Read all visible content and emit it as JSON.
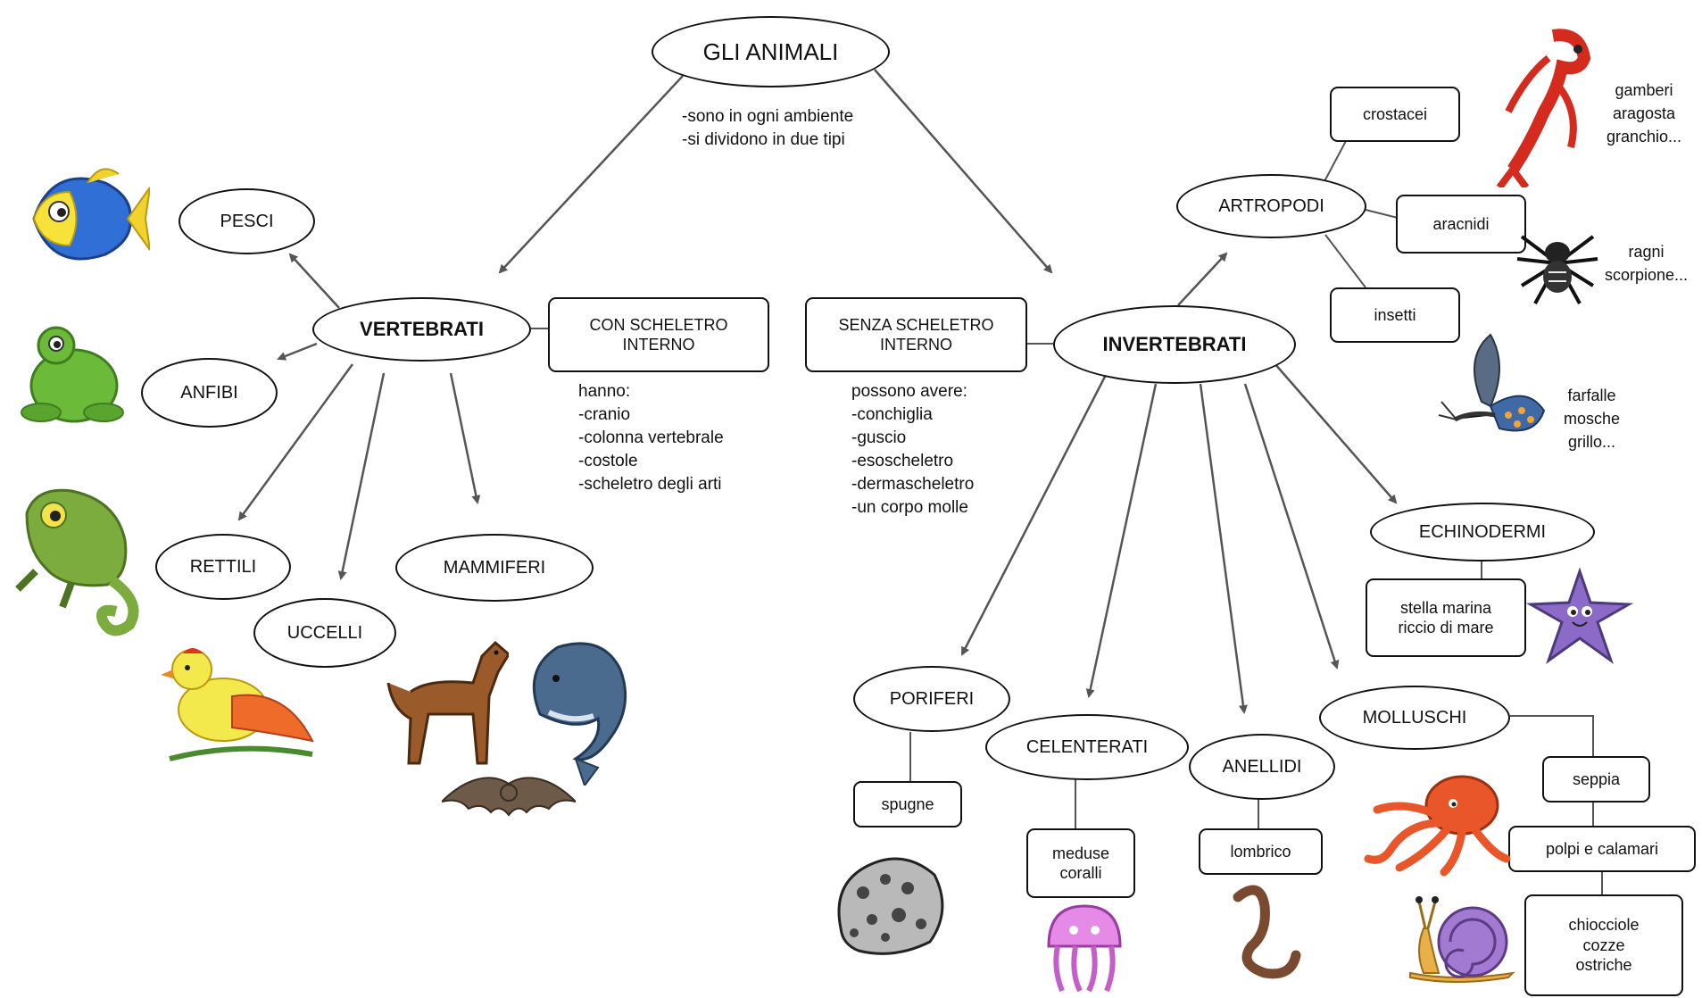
{
  "root": {
    "title": "GLI ANIMALI",
    "note": "-sono in ogni ambiente\n-si dividono in due tipi"
  },
  "vertebrates": {
    "title": "VERTEBRATI",
    "box": "CON SCHELETRO\nINTERNO",
    "note": "hanno:\n-cranio\n-colonna vertebrale\n-costole\n-scheletro degli arti",
    "classes": {
      "pesci": "PESCI",
      "anfibi": "ANFIBI",
      "rettili": "RETTILI",
      "uccelli": "UCCELLI",
      "mammiferi": "MAMMIFERI"
    }
  },
  "invertebrates": {
    "title": "INVERTEBRATI",
    "box": "SENZA SCHELETRO\nINTERNO",
    "note": "possono avere:\n-conchiglia\n-guscio\n-esoscheletro\n-dermascheletro\n-un corpo molle",
    "artropodi": {
      "title": "ARTROPODI",
      "crostacei": "crostacei",
      "crostacei_examples": "gamberi\naragosta\ngranchio...",
      "aracnidi": "aracnidi",
      "aracnidi_examples": "ragni\nscorpione...",
      "insetti": "insetti",
      "insetti_examples": "farfalle\nmosche\ngrillo..."
    },
    "echinodermi": {
      "title": "ECHINODERMI",
      "examples": "stella marina\nriccio di mare"
    },
    "poriferi": {
      "title": "PORIFERI",
      "examples": "spugne"
    },
    "celenterati": {
      "title": "CELENTERATI",
      "examples": "meduse\ncoralli"
    },
    "anellidi": {
      "title": "ANELLIDI",
      "examples": "lombrico"
    },
    "molluschi": {
      "title": "MOLLUSCHI",
      "seppia": "seppia",
      "polpi": "polpi e calamari",
      "others": "chiocciole\ncozze\nostriche"
    }
  },
  "colors": {
    "arrow": "#555555",
    "border": "#111111",
    "background": "#ffffff"
  }
}
